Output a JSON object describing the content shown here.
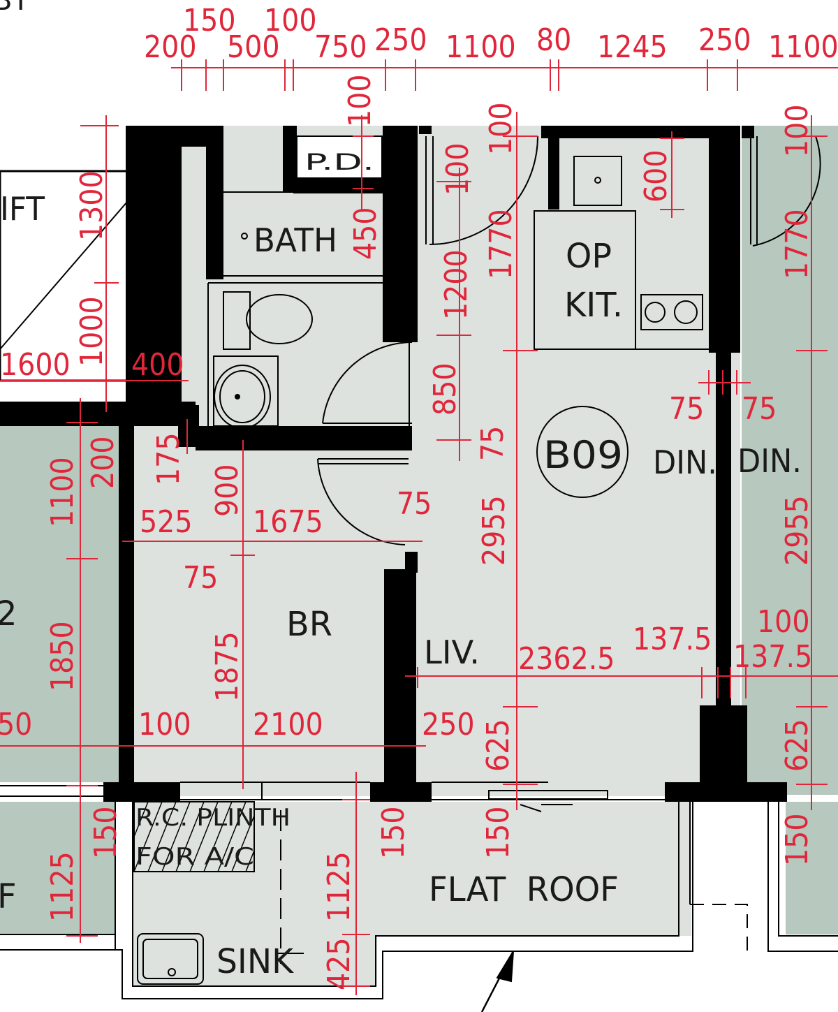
{
  "plan": {
    "unit_id": "B09",
    "colors": {
      "floor": "#dde2df",
      "neighbor": "#b7c8be",
      "wall": "#000000",
      "dimension": "#e0263a",
      "text": "#1a1a1a"
    },
    "rooms": {
      "bath": "BATH",
      "pd": "P.D.",
      "kit_line1": "OP",
      "kit_line2": "KIT.",
      "din_left": "DIN.",
      "din_right": "DIN.",
      "br": "BR",
      "liv": "LIV.",
      "flat_roof": "FLAT  ROOF",
      "sink": "SINK",
      "lift": "IFT",
      "plinth_line1": "R.C. PLINTH",
      "plinth_line2": "FOR A/C",
      "partial_2": "2",
      "partial_f": "F",
      "partial_top": "BT"
    },
    "dims_top": [
      "150",
      "100",
      "200",
      "500",
      "750",
      "250",
      "1100",
      "80",
      "1245",
      "250",
      "1100"
    ],
    "dims": {
      "d100_bath": "100",
      "d450": "450",
      "d100_a": "100",
      "d100_b": "100",
      "d100_c": "100",
      "d1200": "1200",
      "d850": "850",
      "d75_v": "75",
      "d1770_a": "1770",
      "d1770_b": "1770",
      "d600": "600",
      "d1300": "1300",
      "d1000": "1000",
      "d1600": "1600",
      "d400": "400",
      "d200": "200",
      "d1100_left": "1100",
      "d175": "175",
      "d900": "900",
      "d525": "525",
      "d1675": "1675",
      "d75_a": "75",
      "d75_b": "75",
      "d75_c": "75",
      "d75_d": "75",
      "d2955_a": "2955",
      "d2955_b": "2955",
      "d1875": "1875",
      "d1850": "1850",
      "d50": "50",
      "d100_br": "100",
      "d2100": "2100",
      "d250_liv": "250",
      "d2362": "2362.5",
      "d137a": "137.5",
      "d137b": "137.5",
      "d100_din": "100",
      "d625_a": "625",
      "d625_b": "625",
      "d150_a": "150",
      "d150_b": "150",
      "d150_c": "150",
      "d150_d": "150",
      "d1125_a": "1125",
      "d1125_b": "1125",
      "d425": "425"
    }
  }
}
